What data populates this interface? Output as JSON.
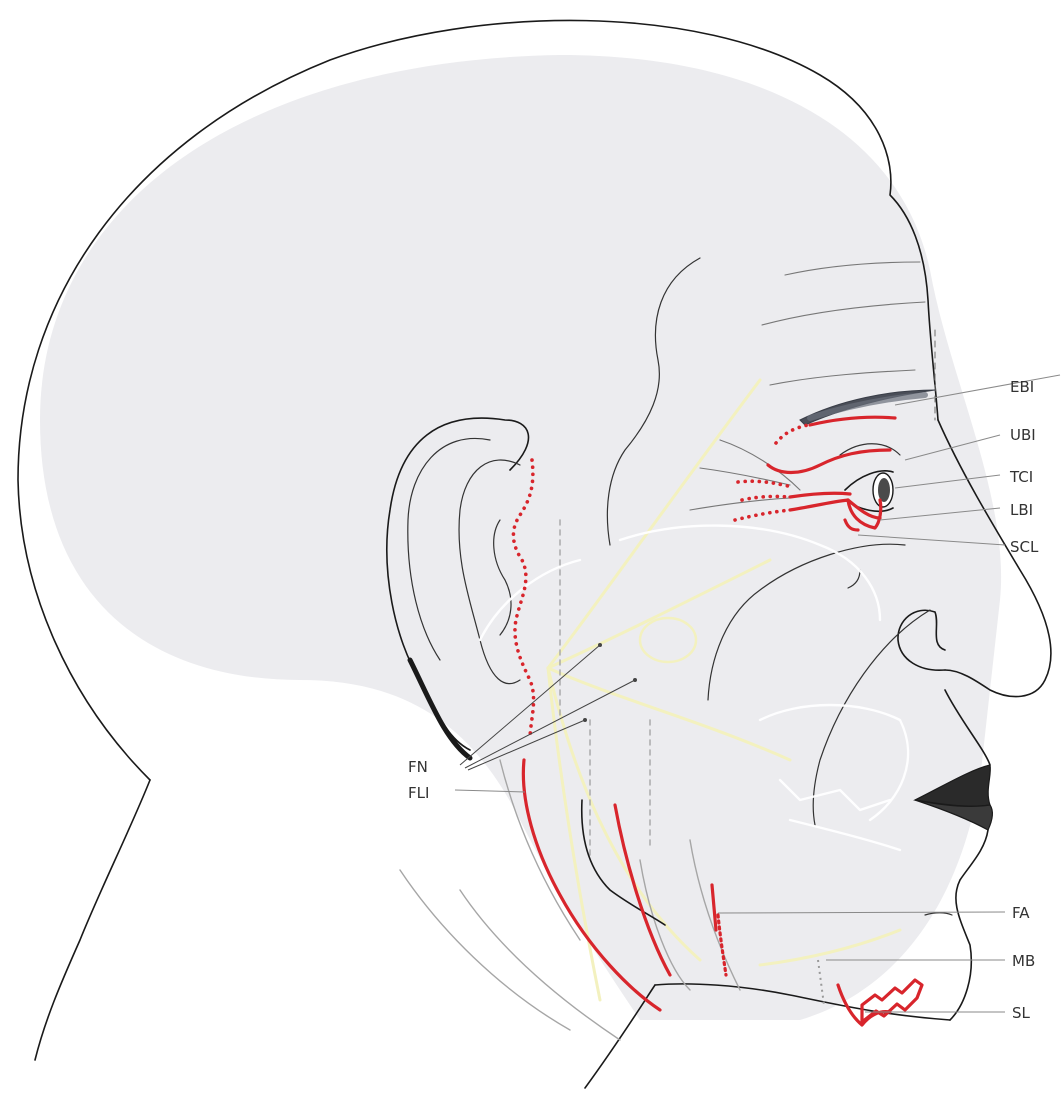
{
  "labels": {
    "ebi": "EBI",
    "ubi": "UBI",
    "tci": "TCI",
    "lbi": "LBI",
    "scl": "SCL",
    "fn": "FN",
    "fli": "FLI",
    "fa": "FA",
    "mb": "MB",
    "sl": "SL"
  },
  "colors": {
    "incision": "#d8252c",
    "nerve": "#f3f1bf",
    "skull_shade": "#ececef",
    "outline": "#1a1a1a"
  }
}
